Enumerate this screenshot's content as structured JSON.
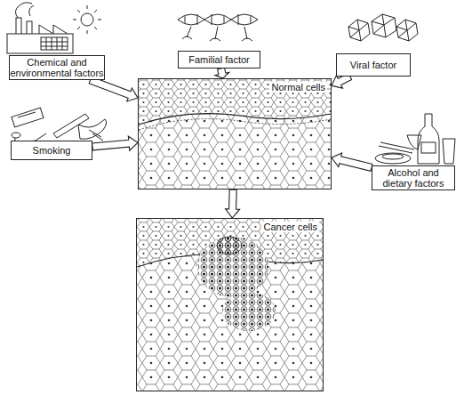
{
  "diagram": {
    "nodes": [
      {
        "text": [
          "Chemical and environmental factors"
        ]
      },
      {
        "text": [
          "Familial factor"
        ]
      },
      {
        "text": [
          "Viral factor"
        ]
      },
      {
        "text": [
          "Normal cells"
        ]
      },
      {
        "text": [
          "Smoking"
        ]
      },
      {
        "text": [
          "Alcohol and dietary factors"
        ]
      },
      {
        "text": [
          "Cancer cells"
        ]
      }
    ],
    "edges": [
      {
        "from": 0,
        "to": 3,
        "arrow": "to"
      },
      {
        "from": 1,
        "to": 3,
        "arrow": "to"
      },
      {
        "from": 2,
        "to": 3,
        "arrow": "to"
      },
      {
        "from": 4,
        "to": 3,
        "arrow": "to"
      },
      {
        "from": 5,
        "to": 3,
        "arrow": "to"
      },
      {
        "from": 3,
        "to": 6,
        "arrow": "to"
      }
    ]
  }
}
